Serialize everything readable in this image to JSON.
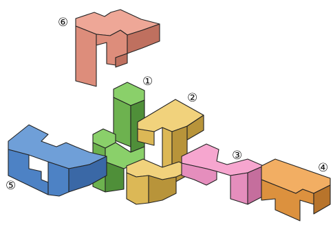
{
  "pieces": [
    {
      "number": "①",
      "color_top": "#8ad06a",
      "color_side": "#6db24f",
      "color_dark": "#4f8f39"
    },
    {
      "number": "②",
      "color_top": "#f1d27c",
      "color_side": "#dcb856",
      "color_dark": "#b8943a"
    },
    {
      "number": "③",
      "color_top": "#f6a6cf",
      "color_side": "#e58ebd",
      "color_dark": "#c56e9d"
    },
    {
      "number": "④",
      "color_top": "#f2ae63",
      "color_side": "#dc913e",
      "color_dark": "#b8742b"
    },
    {
      "number": "⑤",
      "color_top": "#6f9fd8",
      "color_side": "#4d82c5",
      "color_dark": "#3a68a6"
    },
    {
      "number": "⑥",
      "color_top": "#eea797",
      "color_side": "#dd8d7b",
      "color_dark": "#bf705f"
    }
  ]
}
